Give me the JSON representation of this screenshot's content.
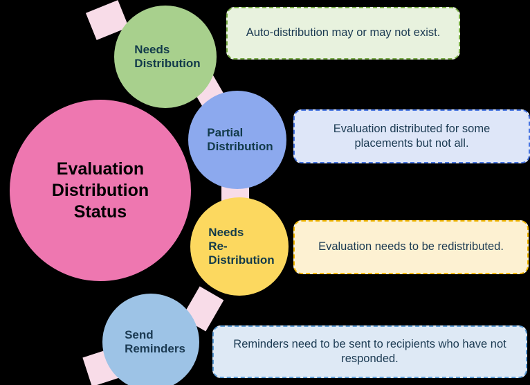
{
  "diagram": {
    "title": "Evaluation Distribution Status",
    "background_color": "#000000",
    "hub": {
      "label": "Evaluation\nDistribution\nStatus",
      "color": "#EE77B0",
      "text_color": "#000000"
    },
    "nodes": [
      {
        "id": "needs-distribution",
        "label": "Needs\nDistribution",
        "color": "#A8D08D",
        "text_color": "#123A4A"
      },
      {
        "id": "partial-distribution",
        "label": "Partial\nDistribution",
        "color": "#8CA9EE",
        "text_color": "#123A4A"
      },
      {
        "id": "needs-re-distribution",
        "label": "Needs\nRe-\nDistribution",
        "color": "#FCD85F",
        "text_color": "#123A4A"
      },
      {
        "id": "send-reminders",
        "label": "Send\nReminders",
        "color": "#9DC3E6",
        "text_color": "#1B3A52"
      }
    ],
    "callouts": [
      {
        "id": "callout-needs-distribution",
        "text": "Auto-distribution may or may not exist.",
        "fill": "#E8F2DE",
        "border": "#76A943"
      },
      {
        "id": "callout-partial-distribution",
        "text": "Evaluation distributed for some placements but not all.",
        "fill": "#DEE6F8",
        "border": "#4472E0"
      },
      {
        "id": "callout-needs-re-distribution",
        "text": "Evaluation needs to be redistributed.",
        "fill": "#FDF1D2",
        "border": "#F2B600"
      },
      {
        "id": "callout-send-reminders",
        "text": "Reminders need to be sent to recipients who have not responded.",
        "fill": "#DEE9F5",
        "border": "#5B9BD5"
      }
    ],
    "connectors": {
      "color": "#F8DCE8",
      "count": 5
    }
  }
}
